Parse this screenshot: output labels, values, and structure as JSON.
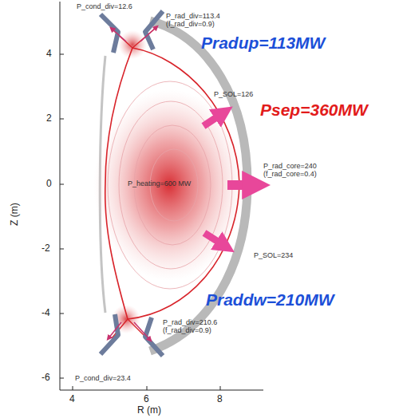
{
  "diagram": {
    "labels": [
      "P_cond_div=12.6",
      "P_rad_div=113.4 (f_rad_div=0.9)",
      "Pradup=113MW",
      "P_SOL=126",
      "Psep=360MW",
      "P_rad_core=240 (f_rad_core=0.4)",
      "P_heating=600 MW",
      "P_SOL=234",
      "Praddw=210MW",
      "P_rad_div=210.6 (f_rad_div=0.9)",
      "P_cond_div=23.4",
      "4",
      "2",
      "0",
      "-2",
      "-4",
      "-6",
      "4",
      "6",
      "8",
      "Z (m)",
      "R (m)"
    ]
  }
}
